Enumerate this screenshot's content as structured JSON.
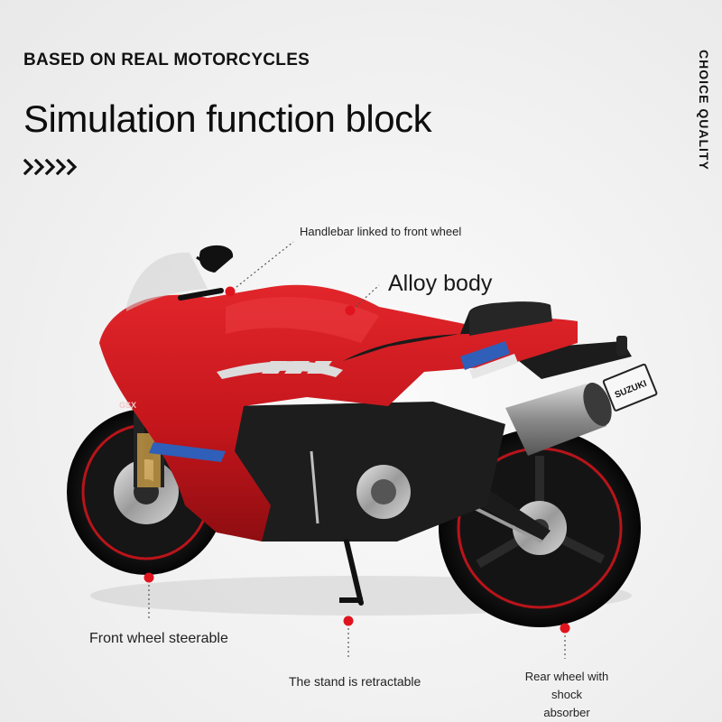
{
  "header": {
    "tagline": "BASED ON REAL MOTORCYCLES",
    "title": "Simulation function block",
    "side_label": "CHOICE QUALITY"
  },
  "callouts": {
    "handlebar": "Handlebar linked to front wheel",
    "alloy_body": "Alloy body",
    "front_wheel": "Front wheel steerable",
    "stand": "The stand is retractable",
    "rear_wheel_line1": "Rear wheel with shock",
    "rear_wheel_line2": "absorber"
  },
  "bike_labels": {
    "plate": "SUZUKI",
    "badge": "GSX"
  },
  "colors": {
    "body_red": "#c4161c",
    "marker_red": "#e0141e",
    "text": "#111111",
    "stripe_blue": "#2f5fb8"
  },
  "icons": [
    "chevron-right-icon"
  ]
}
